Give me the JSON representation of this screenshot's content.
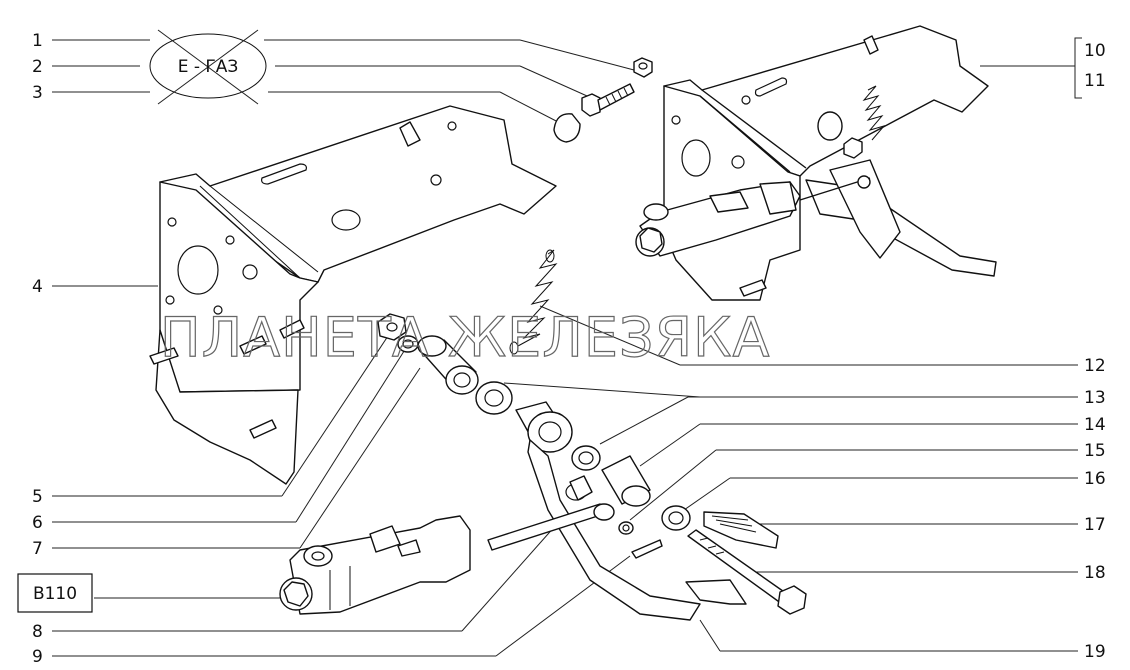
{
  "callouts_left": [
    "1",
    "2",
    "3",
    "4",
    "5",
    "6",
    "7",
    "8",
    "9"
  ],
  "callouts_right": [
    "10",
    "11",
    "12",
    "13",
    "14",
    "15",
    "16",
    "17",
    "18",
    "19"
  ],
  "variant_label": "E - ГАЗ",
  "model_box_label": "B110",
  "watermark": "ПЛАНЕТА ЖЕЛЕЗЯКА"
}
